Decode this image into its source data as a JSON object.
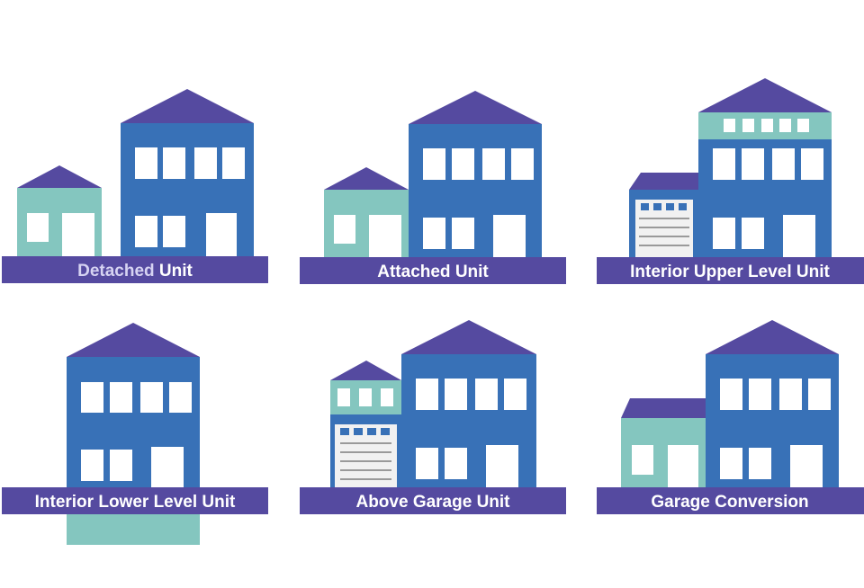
{
  "colors": {
    "roof": "#554aa0",
    "building_blue": "#3871b7",
    "building_teal": "#84c6bf",
    "window": "#ffffff",
    "garage_door": "#f1f1f1",
    "garage_door_lines": "#7d7d7d",
    "garage_windows": "#3871b7",
    "label_bar": "#554aa0",
    "label_text": "#ffffff"
  },
  "panels": [
    {
      "id": "detached-unit",
      "label_part1": "Detached",
      "label_part2": " Unit"
    },
    {
      "id": "attached-unit",
      "label_part1": "Attached Unit",
      "label_part2": ""
    },
    {
      "id": "interior-upper-level-unit",
      "label_part1": "Interior Upper Level Unit",
      "label_part2": ""
    },
    {
      "id": "interior-lower-level-unit",
      "label_part1": "Interior Lower Level Unit",
      "label_part2": ""
    },
    {
      "id": "above-garage-unit",
      "label_part1": "Above Garage Unit",
      "label_part2": ""
    },
    {
      "id": "garage-conversion",
      "label_part1": "Garage Conversion",
      "label_part2": ""
    }
  ]
}
